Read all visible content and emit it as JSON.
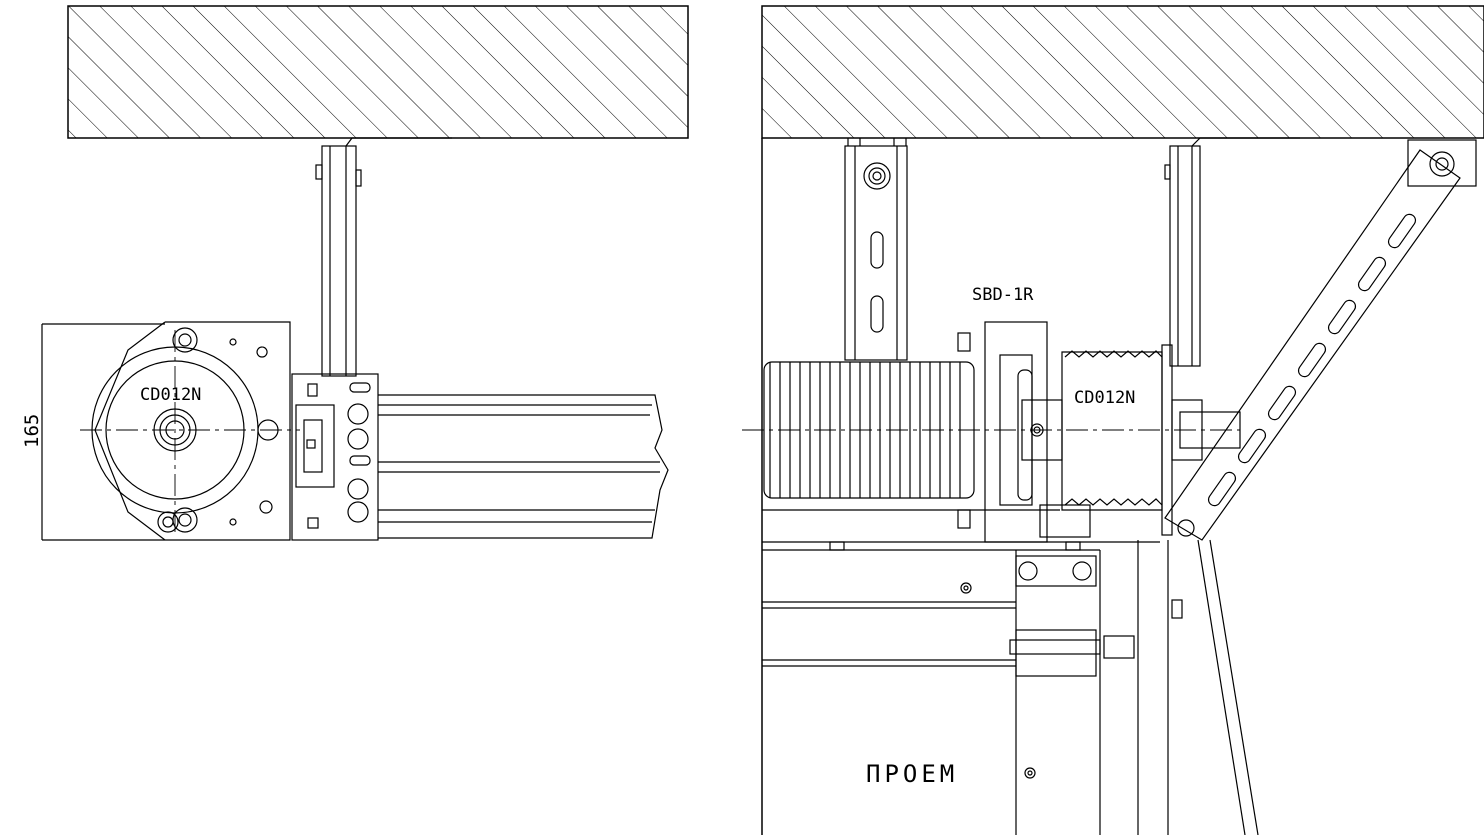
{
  "labels": {
    "left_motor": "CD012N",
    "right_motor": "CD012N",
    "bracket_model": "SBD-1R",
    "dimension": "165",
    "opening": "ПРОЕМ"
  },
  "colors": {
    "line": "#000000",
    "background": "#ffffff"
  }
}
